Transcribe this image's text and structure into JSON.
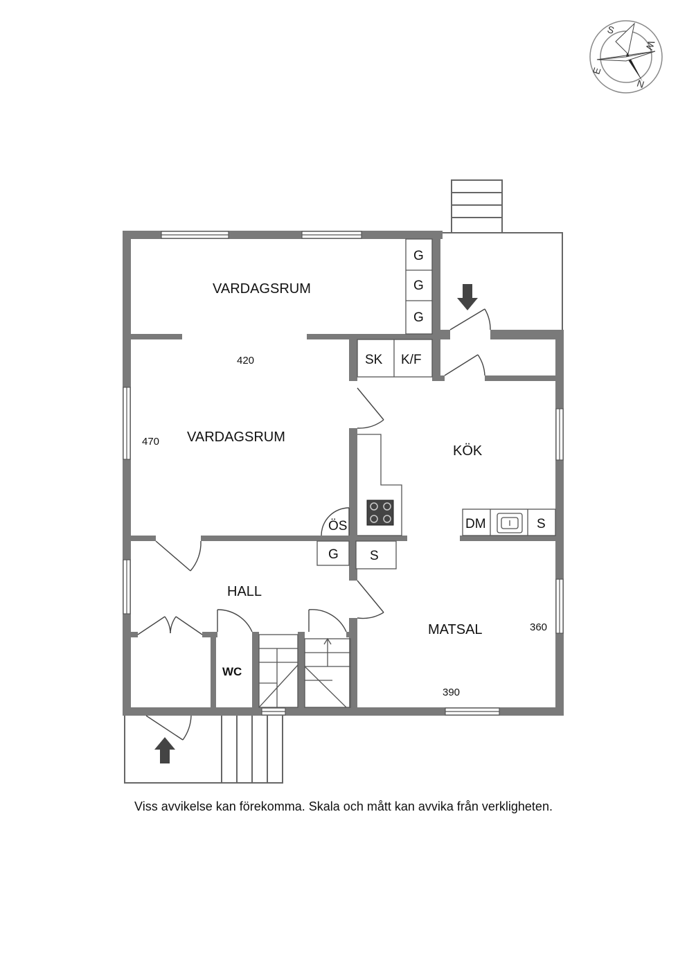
{
  "compass": {
    "labels": [
      "S",
      "W",
      "E",
      "N"
    ]
  },
  "rooms": {
    "vardagsrum_upper": "VARDAGSRUM",
    "vardagsrum_lower": "VARDAGSRUM",
    "kok": "KÖK",
    "hall": "HALL",
    "matsal": "MATSAL",
    "wc": "WC"
  },
  "dimensions": {
    "vardagsrum_width": "420",
    "vardagsrum_depth": "470",
    "matsal_depth": "360",
    "matsal_width": "390"
  },
  "fixtures": {
    "g1": "G",
    "g2": "G",
    "g3": "G",
    "sk": "SK",
    "kf": "K/F",
    "os": "ÖS",
    "g_hall": "G",
    "s_hall": "S",
    "dm": "DM",
    "s_kitchen": "S"
  },
  "disclaimer": "Viss avvikelse kan förekomma. Skala och mått kan avvika från verkligheten."
}
